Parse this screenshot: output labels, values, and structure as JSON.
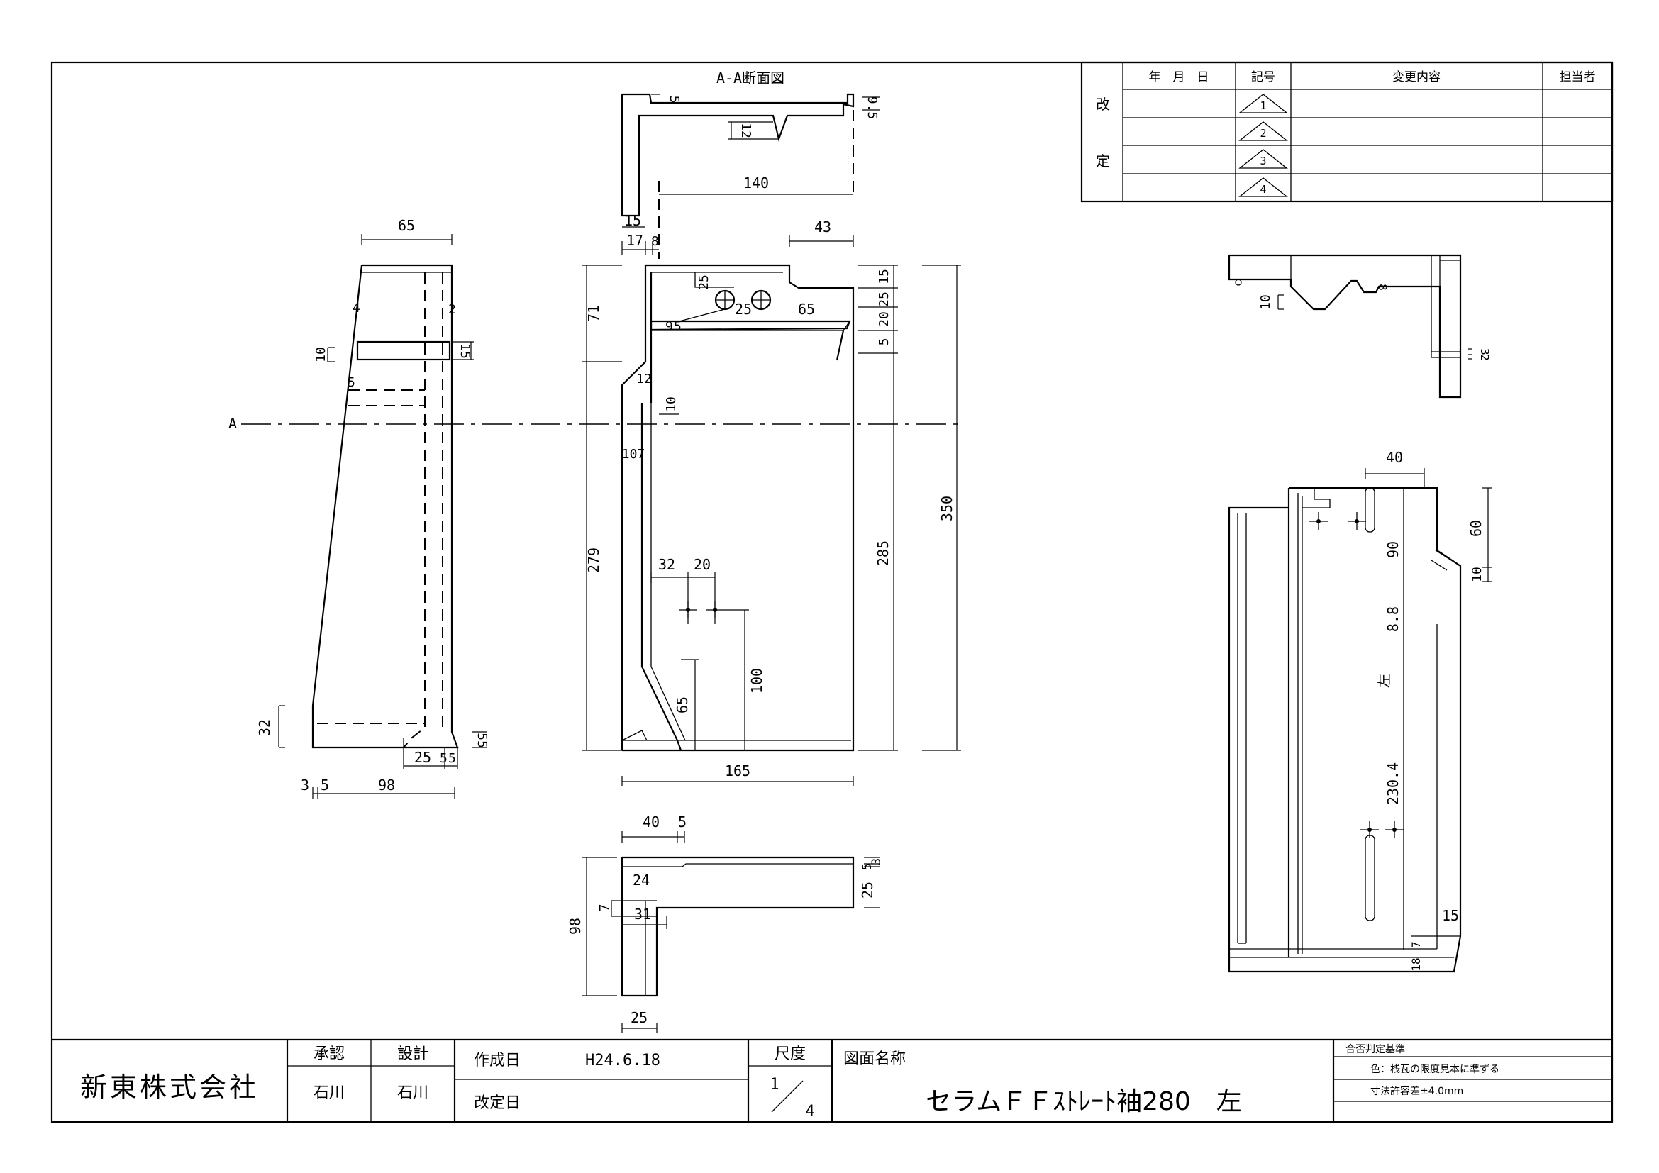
{
  "section_title": "A-A断面図",
  "section_marker": "A",
  "revision_table": {
    "side_labels": [
      "改",
      "定"
    ],
    "headers": [
      "年　月　日",
      "記号",
      "変更内容",
      "担当者"
    ],
    "symbols": [
      "1",
      "2",
      "3",
      "4"
    ]
  },
  "dimensions": {
    "left_view": [
      "65",
      "4",
      "2",
      "10",
      "15",
      "5",
      "32",
      "55",
      "25",
      "5",
      "5",
      "3",
      "5",
      "98"
    ],
    "section_top": [
      "5",
      "9.5",
      "12",
      "140",
      "15",
      "17",
      "8"
    ],
    "front_view": [
      "43",
      "71",
      "25",
      "25",
      "65",
      "9",
      "5",
      "15",
      "25",
      "20",
      "5",
      "12",
      "10",
      "107",
      "279",
      "32",
      "20",
      "100",
      "65",
      "285",
      "350",
      "165"
    ],
    "bottom_view": [
      "40",
      "5",
      "24",
      "5",
      "3",
      "25",
      "7",
      "31",
      "98",
      "25"
    ],
    "right_top_view": [
      "10",
      "8",
      "3",
      "2"
    ],
    "right_view": [
      "40",
      "60",
      "90",
      "10",
      "8.8",
      "左",
      "230.4",
      "15",
      "18",
      "7"
    ]
  },
  "title_block": {
    "company": "新東株式会社",
    "approval_label": "承認",
    "design_label": "設計",
    "approver": "石川",
    "designer": "石川",
    "created_label": "作成日",
    "created_date": "H24.6.18",
    "revised_label": "改定日",
    "scale_label": "尺度",
    "scale_num": "1",
    "scale_den": "4",
    "drawing_name_label": "図面名称",
    "drawing_name": "セラムＦＦｽﾄﾚｰﾄ袖280　左",
    "criteria_title": "合否判定基準",
    "criteria_1": "色：桟瓦の限度見本に準ずる",
    "criteria_2": "寸法許容差±4.0mm"
  }
}
